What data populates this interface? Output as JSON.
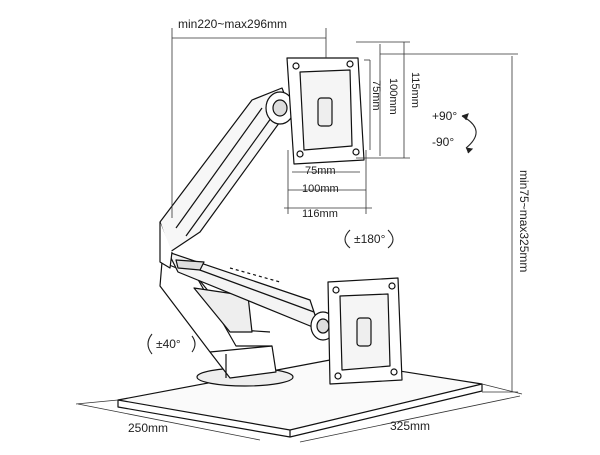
{
  "diagram": {
    "arm_length_label": "min220~max296mm",
    "height_label": "min75~max325mm",
    "vesa_h_75": "75mm",
    "vesa_h_100": "100mm",
    "vesa_h_116": "116mm",
    "vesa_v_75": "75mm",
    "vesa_v_100": "100mm",
    "vesa_v_115": "115mm",
    "tilt_up": "+90°",
    "tilt_down": "-90°",
    "swivel_head": "±180°",
    "swivel_base": "±40°",
    "base_depth": "250mm",
    "base_width": "325mm"
  }
}
